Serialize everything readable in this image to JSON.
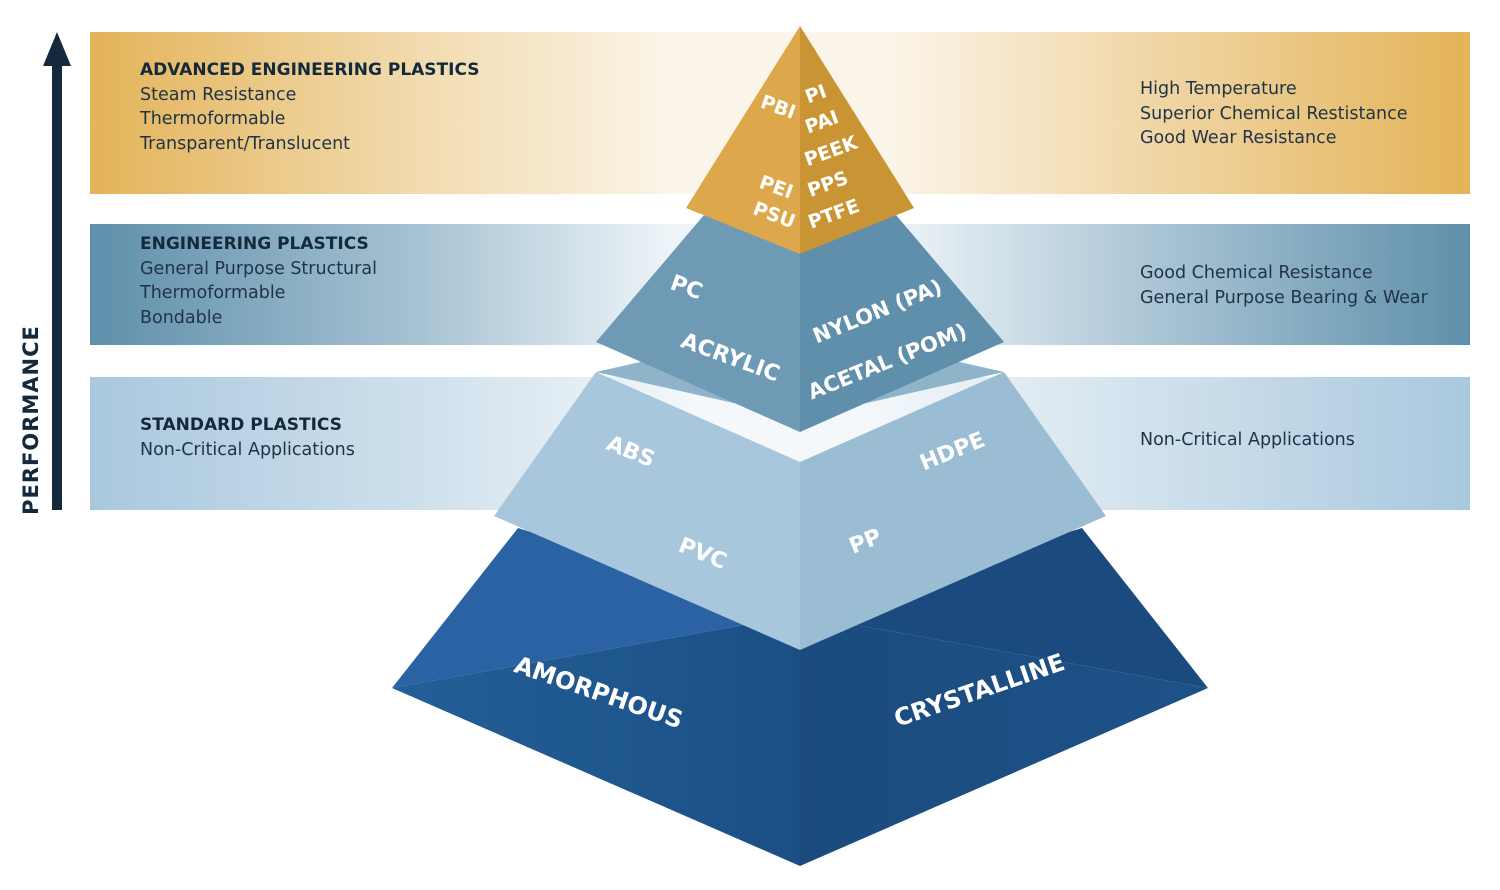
{
  "axis_label": "PERFORMANCE",
  "bands": {
    "advanced": {
      "title": "ADVANCED ENGINEERING PLASTICS",
      "left_lines": [
        "Steam Resistance",
        "Thermoformable",
        "Transparent/Translucent"
      ],
      "right_lines": [
        "High Temperature",
        "Superior Chemical Restistance",
        "Good Wear Resistance"
      ]
    },
    "engineering": {
      "title": "ENGINEERING PLASTICS",
      "left_lines": [
        "General Purpose Structural",
        "Thermoformable",
        "Bondable"
      ],
      "right_lines": [
        "Good Chemical Resistance",
        "General Purpose Bearing & Wear"
      ]
    },
    "standard": {
      "title": "STANDARD PLASTICS",
      "left_lines": [
        "Non-Critical Applications"
      ],
      "right_lines": [
        "Non-Critical Applications"
      ]
    }
  },
  "pyramid": {
    "top": {
      "left": [
        "PBI",
        "PEI",
        "PSU"
      ],
      "right": [
        "PI",
        "PAI",
        "PEEK",
        "PPS",
        "PTFE"
      ]
    },
    "engineering": {
      "left": [
        "PC",
        "ACRYLIC"
      ],
      "right": [
        "NYLON (PA)",
        "ACETAL (POM)"
      ]
    },
    "standard": {
      "left": [
        "ABS",
        "PVC"
      ],
      "right": [
        "HDPE",
        "PP"
      ]
    },
    "base": {
      "left": "AMORPHOUS",
      "right": "CRYSTALLINE"
    }
  },
  "colors": {
    "gold": "#dba849",
    "steel": "#5f8fab",
    "light_blue": "#a7c6dc",
    "navy": "#1d5990",
    "arrow": "#15293c"
  }
}
